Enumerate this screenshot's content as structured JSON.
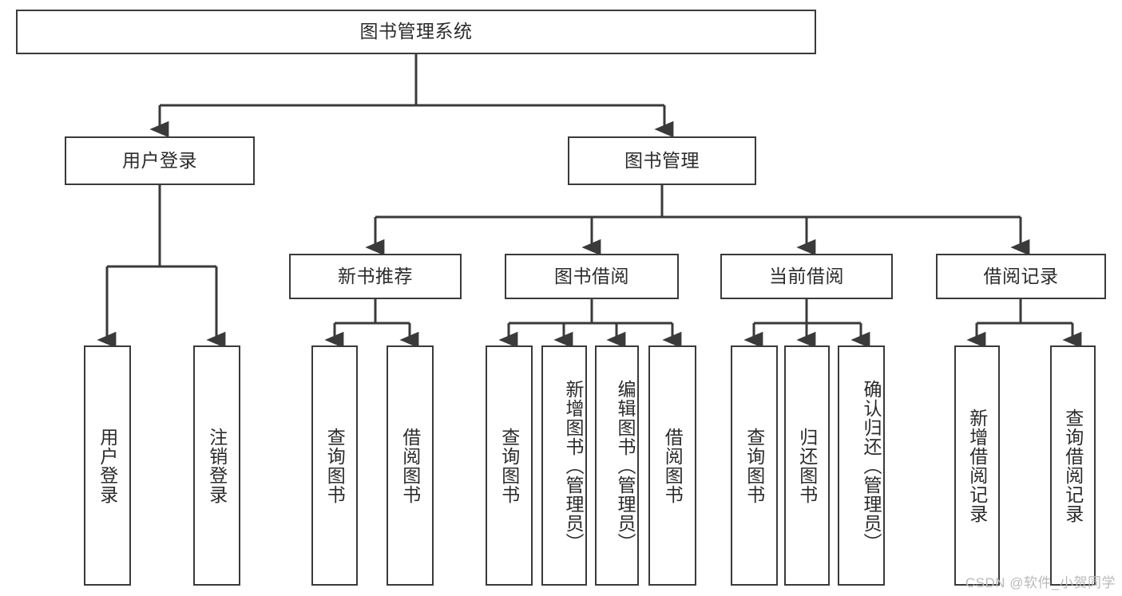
{
  "diagram": {
    "type": "tree-hierarchy",
    "title": "图书管理系统",
    "watermark": "CSDN @软件_小贺同学",
    "colors": {
      "box_border": "#3a3a3a",
      "box_fill": "#ffffff",
      "connector": "#3a3a3a",
      "text": "#2b2b2b",
      "watermark": "#b9b9b9",
      "background": "#ffffff"
    },
    "nodes": {
      "root": {
        "label": "图书管理系统"
      },
      "level2": [
        {
          "id": "user-login",
          "label": "用户登录"
        },
        {
          "id": "book-manage",
          "label": "图书管理"
        }
      ],
      "level3": [
        {
          "id": "new-book-recommend",
          "label": "新书推荐"
        },
        {
          "id": "book-borrow",
          "label": "图书借阅"
        },
        {
          "id": "current-borrow",
          "label": "当前借阅"
        },
        {
          "id": "borrow-record",
          "label": "借阅记录"
        }
      ],
      "leaves_user_login": [
        {
          "id": "leaf-user-login",
          "label": "用户登录"
        },
        {
          "id": "leaf-logout-login",
          "label": "注销登录"
        }
      ],
      "leaves_new_book_recommend": [
        {
          "id": "leaf-query-book-1",
          "label": "查询图书"
        },
        {
          "id": "leaf-borrow-book-1",
          "label": "借阅图书"
        }
      ],
      "leaves_book_borrow": [
        {
          "id": "leaf-query-book-2",
          "label": "查询图书"
        },
        {
          "id": "leaf-add-book",
          "label": "新增图书（管理员）"
        },
        {
          "id": "leaf-edit-book",
          "label": "编辑图书（管理员）"
        },
        {
          "id": "leaf-borrow-book-2",
          "label": "借阅图书"
        }
      ],
      "leaves_current_borrow": [
        {
          "id": "leaf-query-book-3",
          "label": "查询图书"
        },
        {
          "id": "leaf-return-book",
          "label": "归还图书"
        },
        {
          "id": "leaf-confirm-return",
          "label": "确认归还（管理员）"
        }
      ],
      "leaves_borrow_record": [
        {
          "id": "leaf-add-borrow-record",
          "label": "新增借阅记录"
        },
        {
          "id": "leaf-query-borrow-record",
          "label": "查询借阅记录"
        }
      ]
    }
  }
}
